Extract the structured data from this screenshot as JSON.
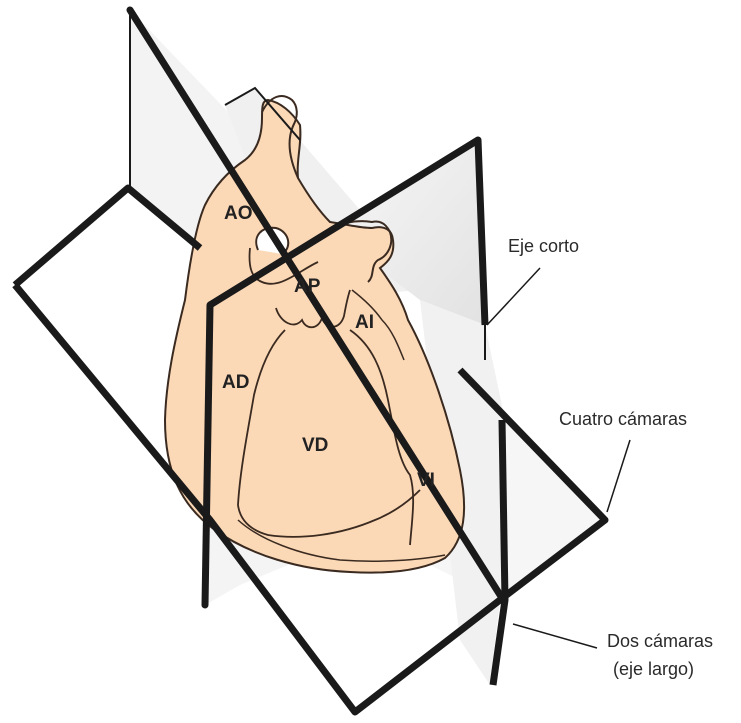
{
  "structures": {
    "ao": "AO",
    "ap": "AP",
    "ai": "AI",
    "ad": "AD",
    "vd": "VD",
    "vi": "VI"
  },
  "callouts": {
    "short_axis": "Eje corto",
    "four_chamber": "Cuatro cámaras",
    "two_chamber_line1": "Dos cámaras",
    "two_chamber_line2": "(eje largo)"
  },
  "colors": {
    "heart_fill": "#fbd8b6",
    "heart_stroke": "#3a2a20",
    "plane_fill": "#f2f2f2",
    "plane_stroke": "#1a1a1a"
  }
}
